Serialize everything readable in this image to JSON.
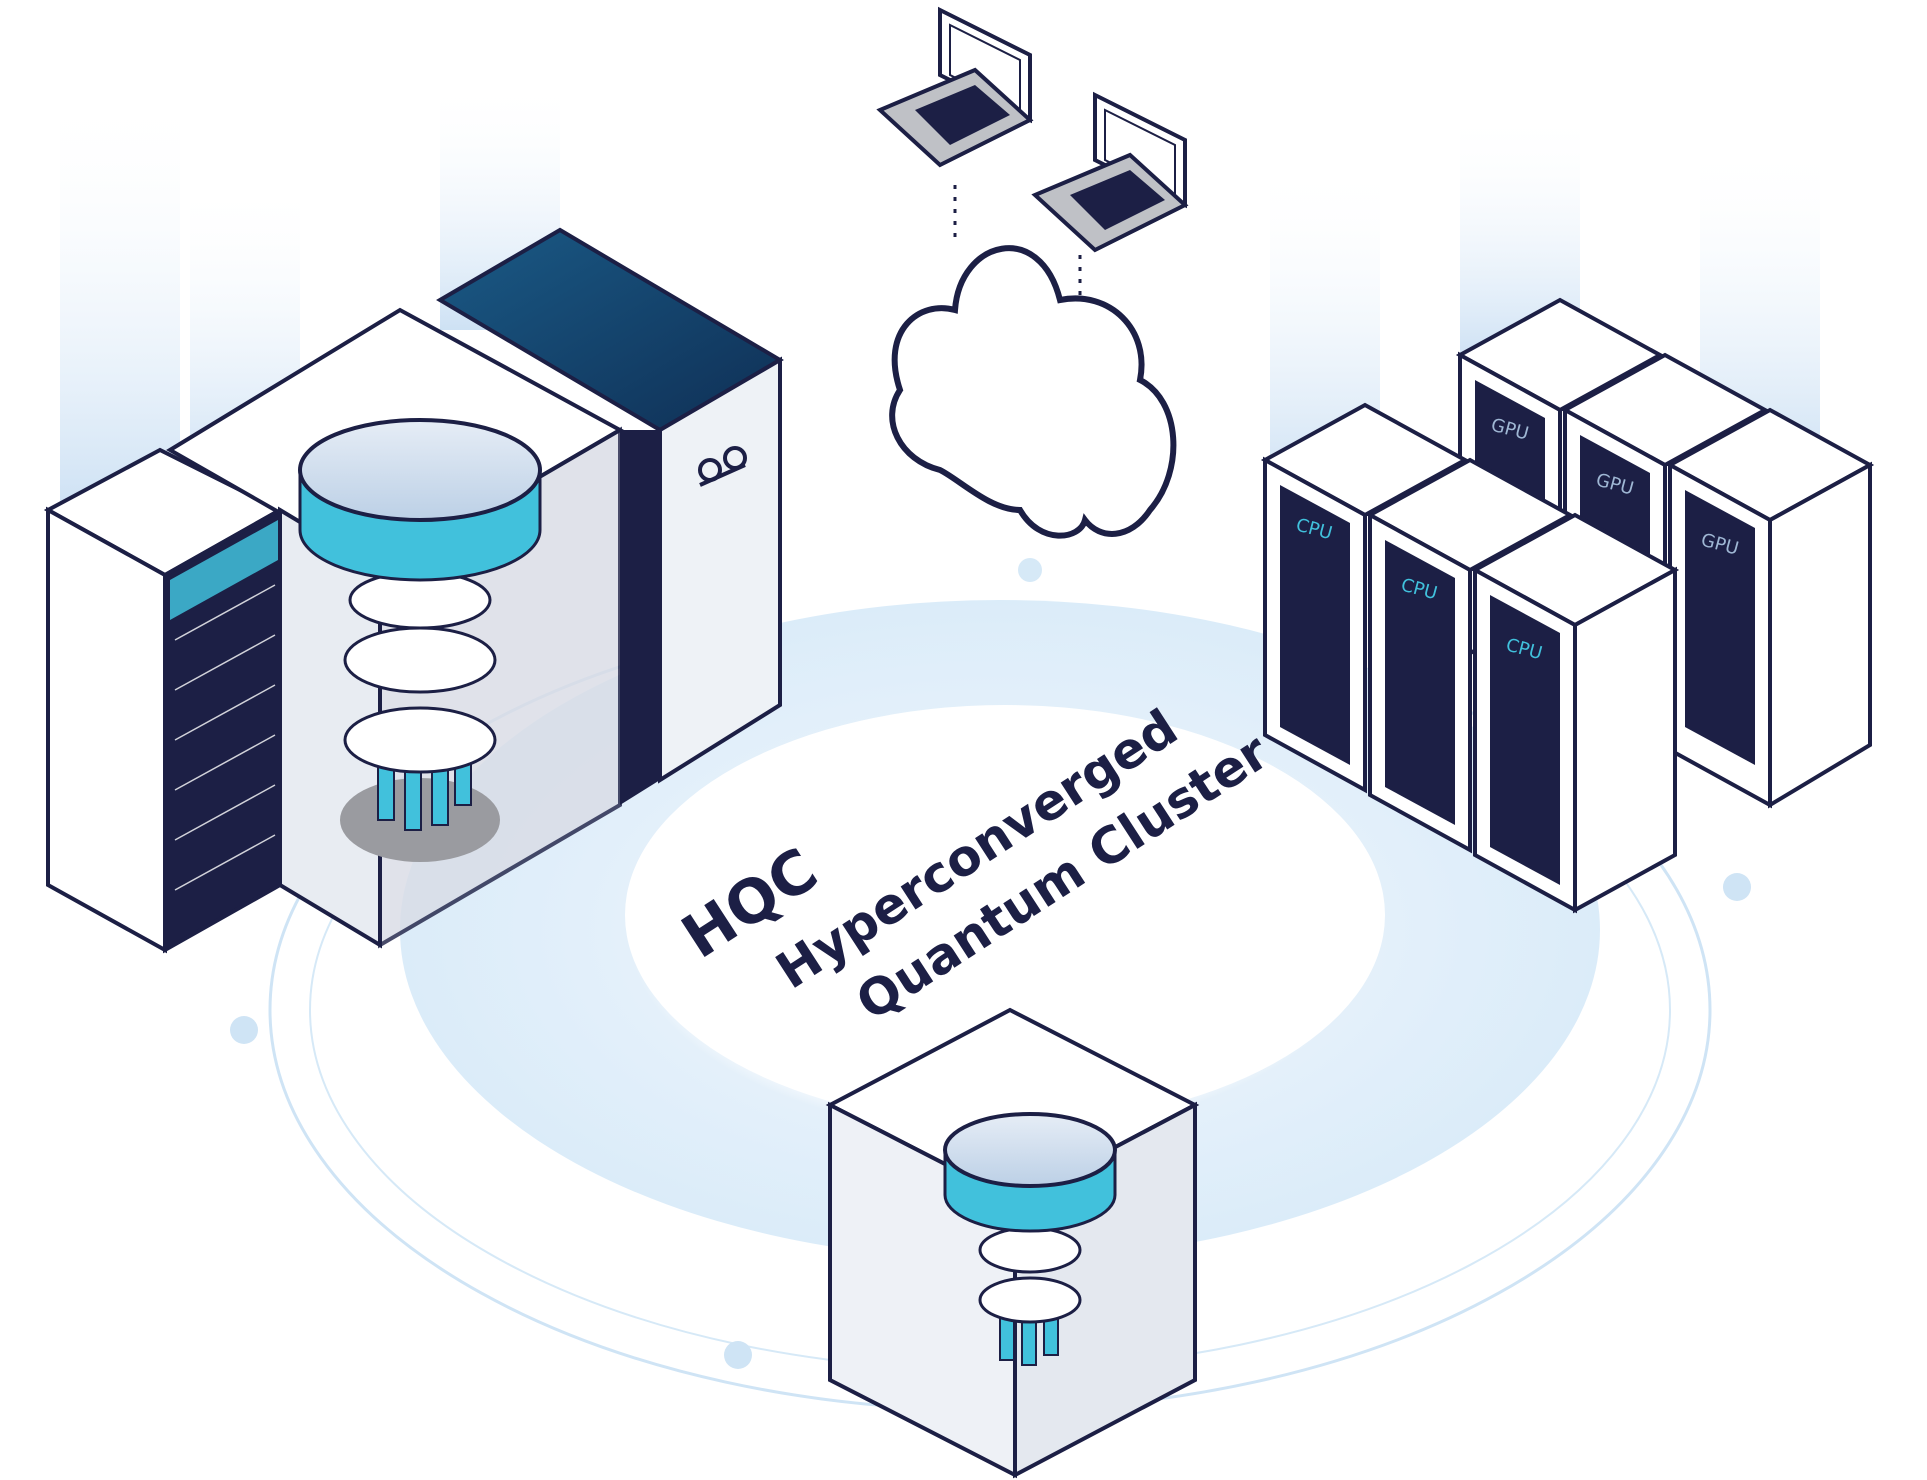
{
  "diagram": {
    "title": "HQC",
    "subtitle_line1": "Hyperconverged",
    "subtitle_line2": "Quantum Cluster",
    "cpu_label": "CPU",
    "gpu_label": "GPU",
    "colors": {
      "navy": "#1c1f45",
      "cyan": "#41c1dc",
      "dark_panel": "#17284d",
      "light_blue": "#dcecf9",
      "ring": "#cfe6f6",
      "cloud_outline": "#1c1f45",
      "laptop_grey": "#bfc1c6"
    },
    "icons": [
      "laptop-icon",
      "cloud-icon",
      "quantum-computer-icon",
      "server-rack-icon",
      "quantum-logo-icon"
    ]
  }
}
